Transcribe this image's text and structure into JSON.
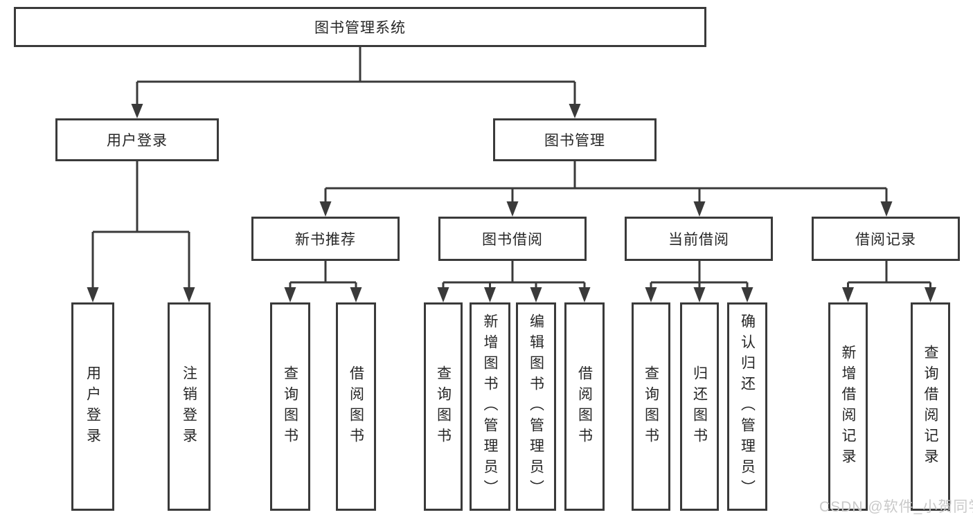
{
  "diagram": {
    "root": "图书管理系统",
    "level2": [
      {
        "label": "用户登录",
        "children": [
          {
            "label": "用户登录"
          },
          {
            "label": "注销登录"
          }
        ]
      },
      {
        "label": "图书管理",
        "children": [
          {
            "label": "新书推荐",
            "children": [
              {
                "label": "查询图书"
              },
              {
                "label": "借阅图书"
              }
            ]
          },
          {
            "label": "图书借阅",
            "children": [
              {
                "label": "查询图书"
              },
              {
                "label": "新增图书（管理员）"
              },
              {
                "label": "编辑图书（管理员）"
              },
              {
                "label": "借阅图书"
              }
            ]
          },
          {
            "label": "当前借阅",
            "children": [
              {
                "label": "查询图书"
              },
              {
                "label": "归还图书"
              },
              {
                "label": "确认归还（管理员）"
              }
            ]
          },
          {
            "label": "借阅记录",
            "children": [
              {
                "label": "新增借阅记录"
              },
              {
                "label": "查询借阅记录"
              }
            ]
          }
        ]
      }
    ]
  },
  "watermark": "CSDN @软件_小贺同学",
  "colors": {
    "line": "#3a3a3a",
    "node_border": "#3a3a3a",
    "text": "#262626",
    "background": "#ffffff",
    "watermark": "#c9c9c9"
  }
}
